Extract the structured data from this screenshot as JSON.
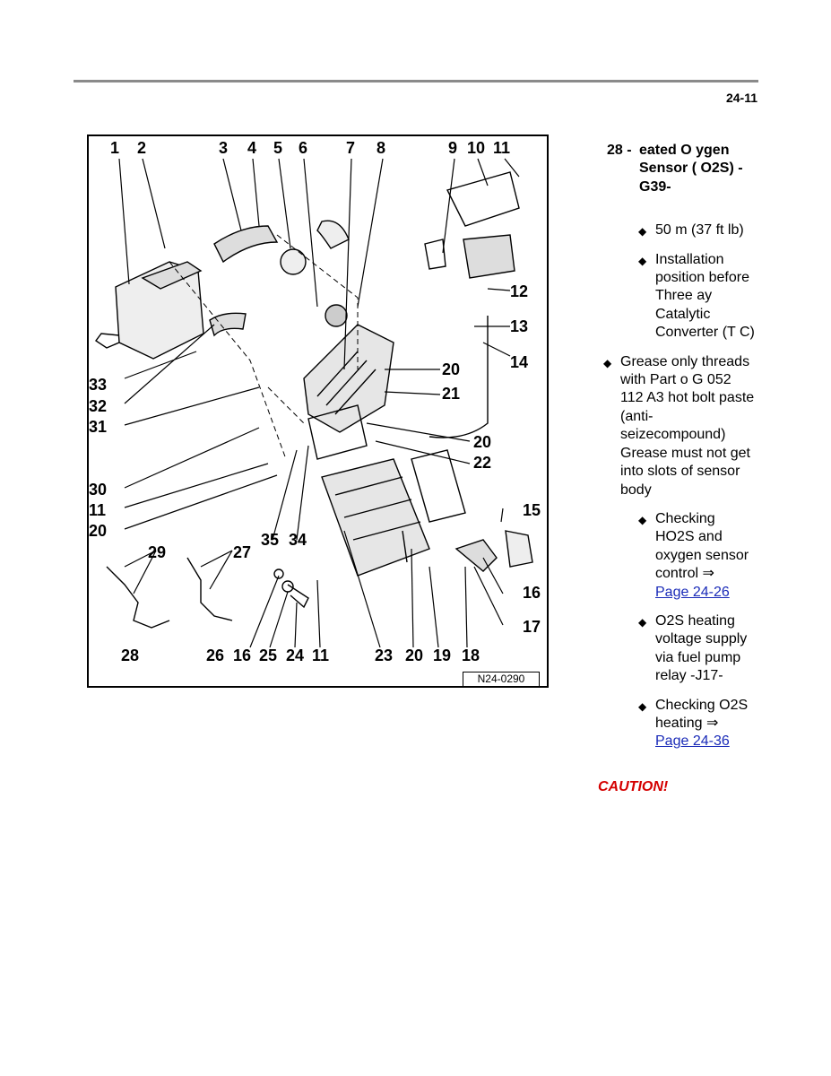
{
  "page": {
    "number": "24-11"
  },
  "figure": {
    "id": "N24-0290",
    "labels_top": [
      "1",
      "2",
      "3",
      "4",
      "5",
      "6",
      "7",
      "8",
      "9",
      "10",
      "11"
    ],
    "labels_right": [
      "12",
      "13",
      "14",
      "20",
      "21",
      "20",
      "22",
      "15",
      "16",
      "17"
    ],
    "labels_left": [
      "33",
      "32",
      "31",
      "30",
      "11",
      "20"
    ],
    "labels_middle": [
      "35",
      "34",
      "29",
      "27"
    ],
    "labels_bottom": [
      "28",
      "26",
      "16",
      "25",
      "24",
      "11",
      "23",
      "20",
      "19",
      "18"
    ]
  },
  "item": {
    "number": "28 -",
    "title": "eated O ygen Sensor ( O2S) -G39-",
    "bullets": [
      {
        "level": 2,
        "text": "50 m (37 ft lb)"
      },
      {
        "level": 2,
        "text": "Installation position before Three ay Catalytic Converter (T C)"
      },
      {
        "level": 1,
        "text": "Grease only threads with Part o G 052 112 A3 hot bolt paste (anti-seizecompound) Grease must not get into slots of sensor body"
      },
      {
        "level": 2,
        "text": "Checking HO2S and oxygen sensor control ⇒",
        "link": "Page 24-26"
      },
      {
        "level": 2,
        "text": "O2S heating voltage supply via fuel pump relay -J17-"
      },
      {
        "level": 2,
        "text": "Checking O2S heating ⇒",
        "link": "Page 24-36"
      }
    ],
    "bullet_icon": "diamond-bullet-icon"
  },
  "caution": "CAUTION!",
  "colors": {
    "rule": "#8a8a8a",
    "link": "#1a2bb8",
    "caution": "#d40000"
  }
}
